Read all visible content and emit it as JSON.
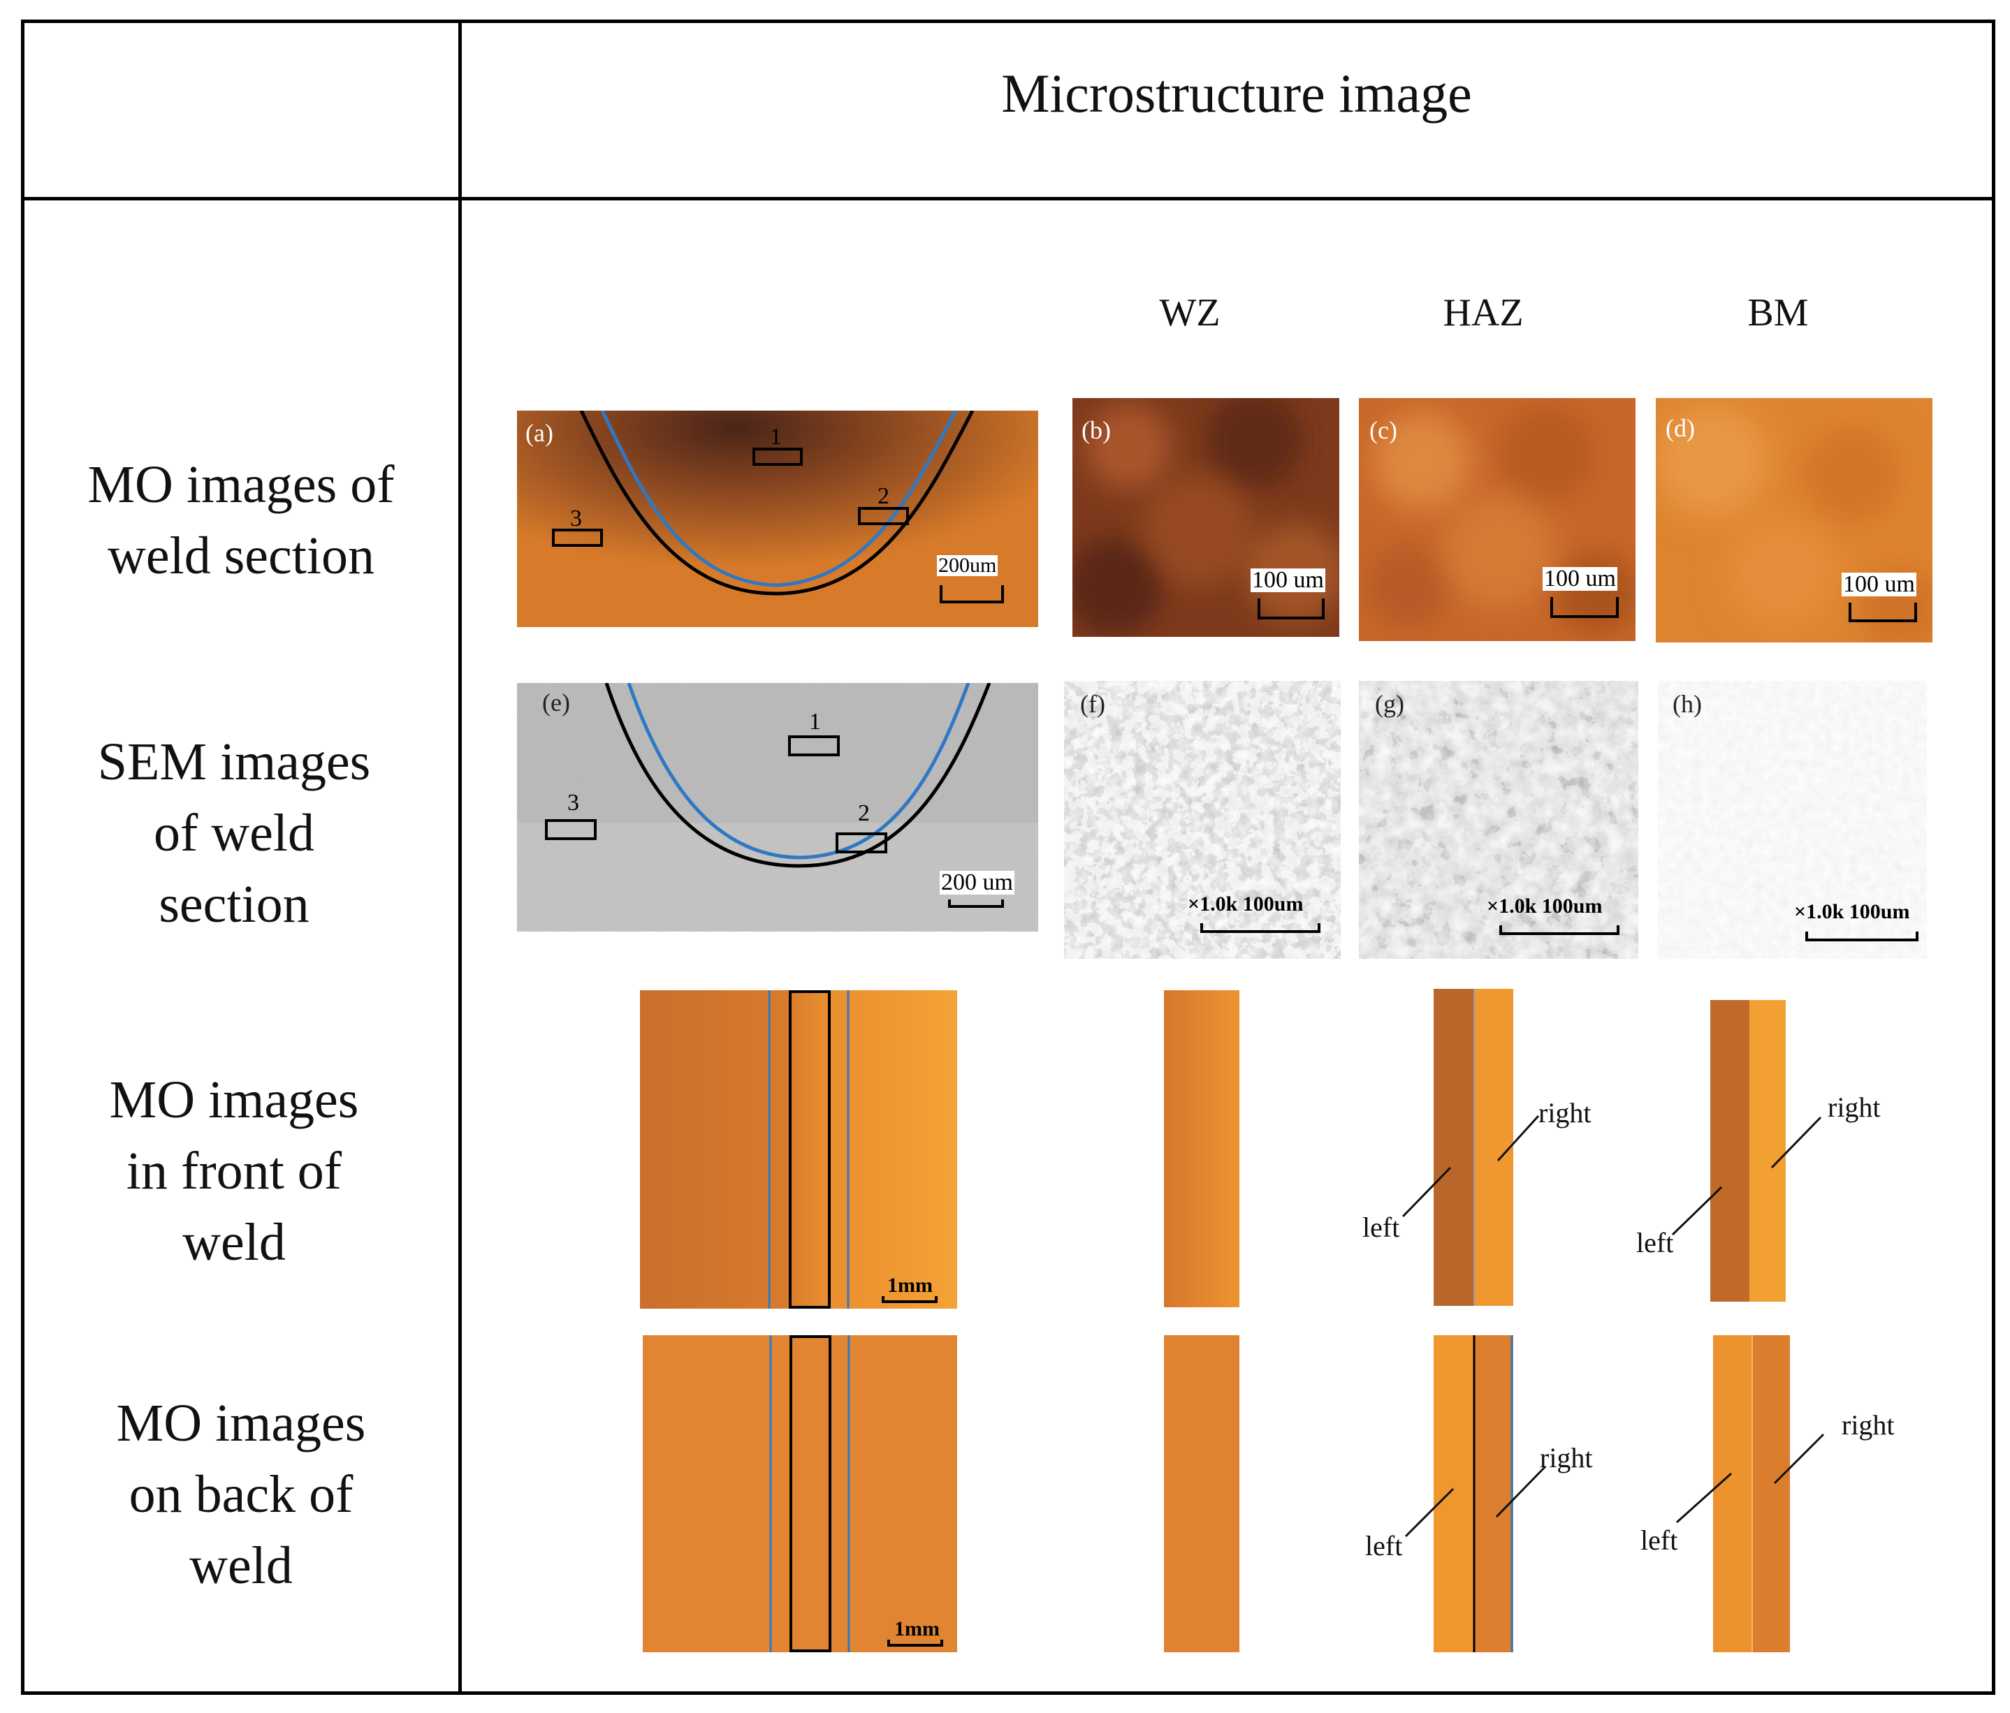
{
  "header": {
    "title": "Microstructure image"
  },
  "columns": [
    "WZ",
    "HAZ",
    "BM"
  ],
  "rows": [
    {
      "label": [
        "MO images of",
        "weld section"
      ]
    },
    {
      "label": [
        "SEM images",
        "of weld",
        "section"
      ]
    },
    {
      "label": [
        "MO images",
        "in front of",
        "weld"
      ]
    },
    {
      "label": [
        "MO images",
        "on back of",
        "weld"
      ]
    }
  ],
  "panels": {
    "a": {
      "label": "(a)",
      "scale": "200um",
      "regions": [
        "1",
        "2",
        "3"
      ]
    },
    "b": {
      "label": "(b)",
      "scale": "100 um"
    },
    "c": {
      "label": "(c)",
      "scale": "100 um"
    },
    "d": {
      "label": "(d)",
      "scale": "100 um"
    },
    "e": {
      "label": "(e)",
      "scale": "200 um",
      "regions": [
        "1",
        "2",
        "3"
      ]
    },
    "f": {
      "label": "(f)",
      "scale": "×1.0k 100um"
    },
    "g": {
      "label": "(g)",
      "scale": "×1.0k 100um"
    },
    "h": {
      "label": "(h)",
      "scale": "×1.0k 100um"
    },
    "front": {
      "scale": "1mm"
    },
    "back": {
      "scale": "1mm"
    }
  },
  "annotations": {
    "left": "left",
    "right": "right"
  },
  "colors": {
    "mo_orange": "#d8772a",
    "mo_dark": "#7a3b1a",
    "sem_gray": "#bdbdbd",
    "fusion_line_blue": "#2f78c4",
    "fusion_line_black": "#000000"
  }
}
